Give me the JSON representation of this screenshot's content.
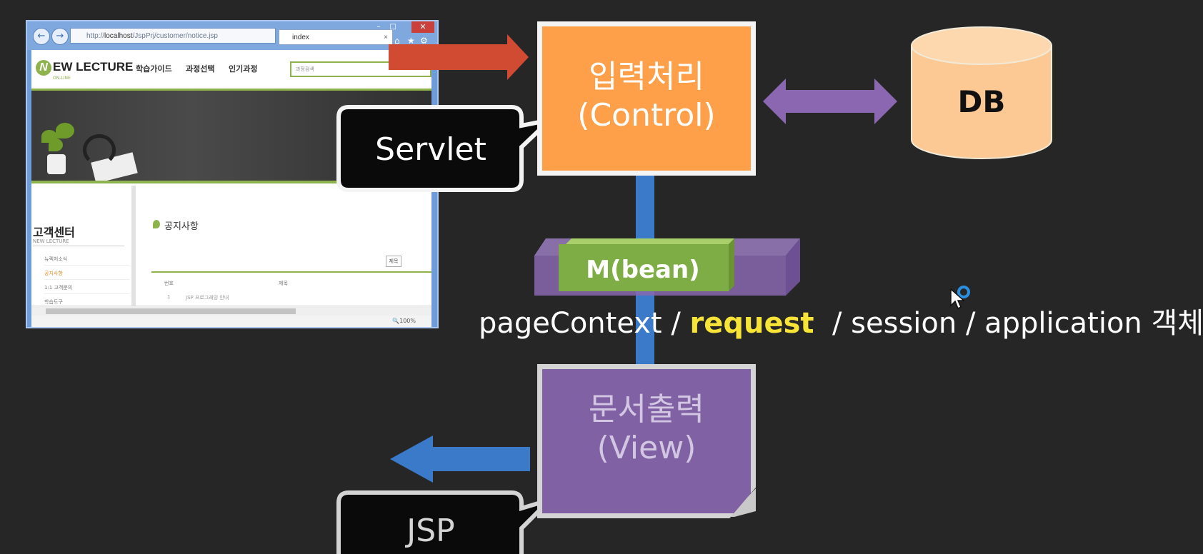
{
  "browser": {
    "url_prefix": "http://",
    "url_host": "localhost",
    "url_path": "/JspPrj/customer/notice.jsp",
    "tab_title": "index",
    "zoom": "100%",
    "site": {
      "logo": "EW LECTURE",
      "logo_sub": "ON-LINE",
      "menu": [
        "학습가이드",
        "과정선택",
        "인기과정"
      ],
      "search_placeholder": "과정검색",
      "sidebar_title": "고객센터",
      "sidebar_sub": "NEW LECTURE",
      "sidebar_items": [
        "뉴렉처소식",
        "공지사항",
        "1:1 고객문의",
        "학습도구"
      ],
      "notice_title": "공지사항",
      "write_button": "제목",
      "table_headers": [
        "번호",
        "제목"
      ],
      "table_rows": [
        {
          "no": "1",
          "title": "JSP 프로그래밍 안내"
        }
      ]
    }
  },
  "diagram": {
    "control_title": "입력처리",
    "control_sub": "(Control)",
    "servlet_label": "Servlet",
    "db_label": "DB",
    "bean_label": "M(bean)",
    "scope": {
      "part1": "pageContext / ",
      "highlight": "request",
      "part2": "  / session / application 객체"
    },
    "view_title": "문서출력",
    "view_sub": "(View)",
    "jsp_label": "JSP"
  },
  "colors": {
    "background": "#262626",
    "control": "#fda049",
    "view": "#8061a3",
    "db": "#fcc893",
    "bean": "#7fad45",
    "arrow_red": "#d14a32",
    "arrow_blue": "#3a7ac8",
    "arrow_purple": "#8a67b0",
    "highlight": "#f7e437"
  }
}
